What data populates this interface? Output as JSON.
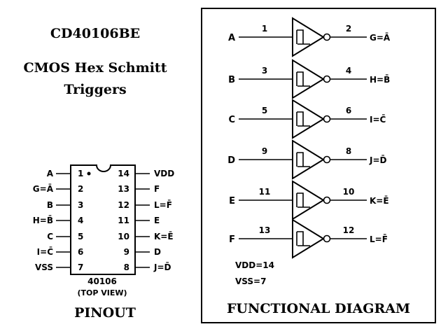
{
  "titles": {
    "part": "CD40106BE",
    "desc_line1": "CMOS Hex Schmitt",
    "desc_line2": "Triggers",
    "pinout": "PINOUT",
    "functional": "FUNCTIONAL DIAGRAM"
  },
  "pinout": {
    "chip_label": "40106",
    "view_label": "(TOP VIEW)",
    "left_pins": [
      {
        "num": "1",
        "label": "A"
      },
      {
        "num": "2",
        "label": "G=Ā"
      },
      {
        "num": "3",
        "label": "B"
      },
      {
        "num": "4",
        "label": "H=B̄"
      },
      {
        "num": "5",
        "label": "C"
      },
      {
        "num": "6",
        "label": "I=C̄"
      },
      {
        "num": "7",
        "label": "VSS"
      }
    ],
    "right_pins": [
      {
        "num": "14",
        "label": "VDD"
      },
      {
        "num": "13",
        "label": "F"
      },
      {
        "num": "12",
        "label": "L=F̄"
      },
      {
        "num": "11",
        "label": "E"
      },
      {
        "num": "10",
        "label": "K=Ē"
      },
      {
        "num": "9",
        "label": "D"
      },
      {
        "num": "8",
        "label": "J=D̄"
      }
    ]
  },
  "functional": {
    "gates": [
      {
        "input": "A",
        "in_pin": "1",
        "out_pin": "2",
        "output": "G=Ā"
      },
      {
        "input": "B",
        "in_pin": "3",
        "out_pin": "4",
        "output": "H=B̄"
      },
      {
        "input": "C",
        "in_pin": "5",
        "out_pin": "6",
        "output": "I=C̄"
      },
      {
        "input": "D",
        "in_pin": "9",
        "out_pin": "8",
        "output": "J=D̄"
      },
      {
        "input": "E",
        "in_pin": "11",
        "out_pin": "10",
        "output": "K=Ē"
      },
      {
        "input": "F",
        "in_pin": "13",
        "out_pin": "12",
        "output": "L=F̄"
      }
    ],
    "vdd_note": "VDD=14",
    "vss_note": "VSS=7"
  }
}
